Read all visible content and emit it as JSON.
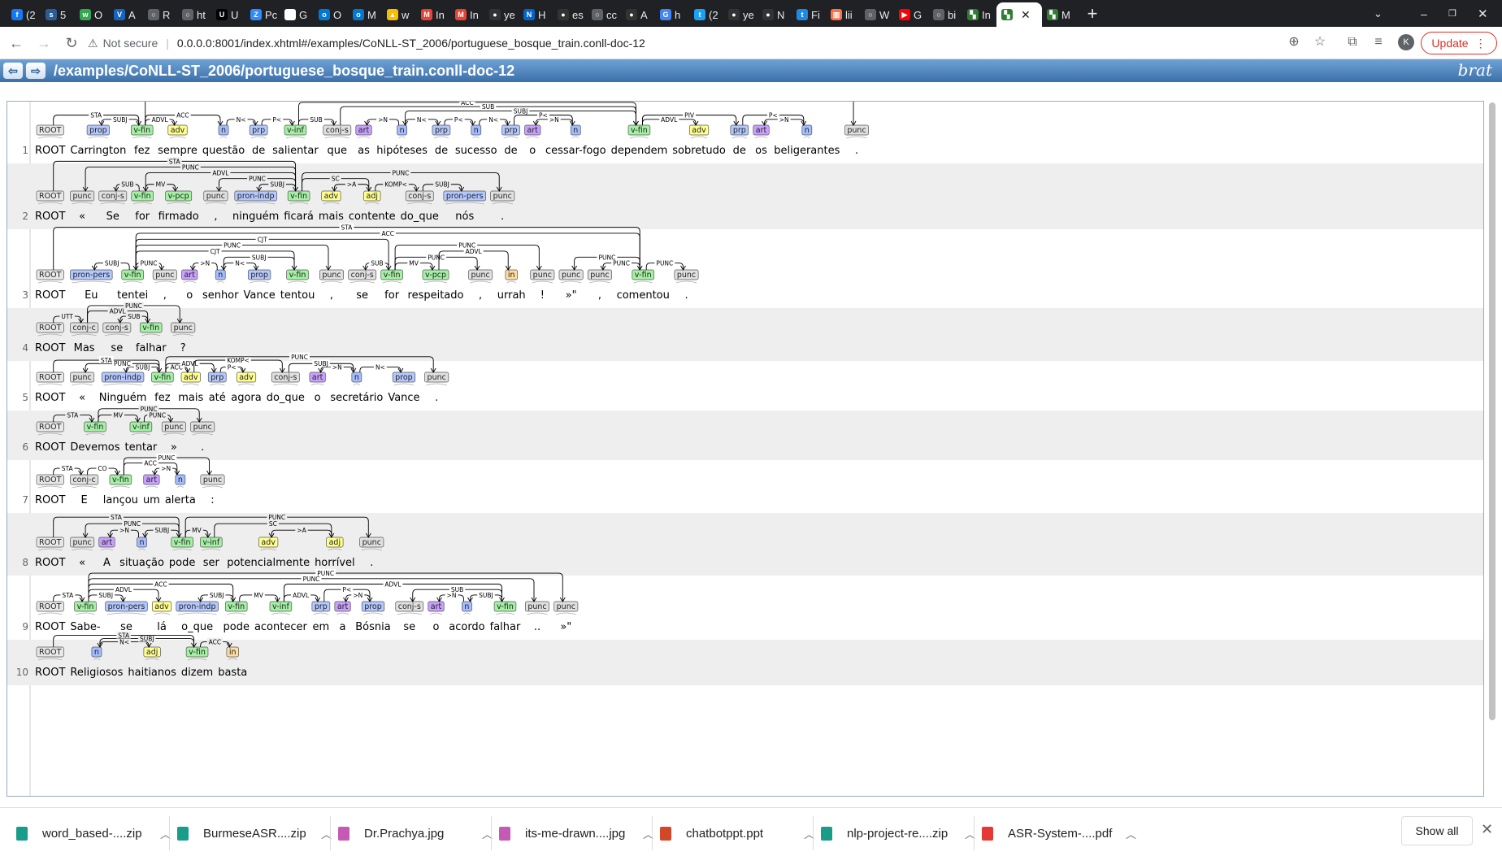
{
  "browser": {
    "tabs": [
      {
        "label": "(2",
        "color": "#1877f2",
        "glyph": "f"
      },
      {
        "label": "5",
        "color": "#2a5d96",
        "glyph": "s"
      },
      {
        "label": "O",
        "color": "#34a853",
        "glyph": "w"
      },
      {
        "label": "A",
        "color": "#1565c0",
        "glyph": "V"
      },
      {
        "label": "R",
        "color": "#5f6368",
        "glyph": "○"
      },
      {
        "label": "ht",
        "color": "#5f6368",
        "glyph": "○"
      },
      {
        "label": "U",
        "color": "#000000",
        "glyph": "U"
      },
      {
        "label": "Pc",
        "color": "#2d8cff",
        "glyph": "Z"
      },
      {
        "label": "G",
        "color": "#ffffff",
        "glyph": "▯"
      },
      {
        "label": "O",
        "color": "#0078d4",
        "glyph": "o"
      },
      {
        "label": "M",
        "color": "#0078d4",
        "glyph": "o"
      },
      {
        "label": "w",
        "color": "#fbbc04",
        "glyph": "▲"
      },
      {
        "label": "In",
        "color": "#ea4335",
        "glyph": "M"
      },
      {
        "label": "In",
        "color": "#ea4335",
        "glyph": "M"
      },
      {
        "label": "ye",
        "color": "#333333",
        "glyph": "●"
      },
      {
        "label": "H",
        "color": "#0066cc",
        "glyph": "N"
      },
      {
        "label": "es",
        "color": "#333333",
        "glyph": "●"
      },
      {
        "label": "cc",
        "color": "#5f6368",
        "glyph": "○"
      },
      {
        "label": "A",
        "color": "#333333",
        "glyph": "●"
      },
      {
        "label": "h",
        "color": "#4285f4",
        "glyph": "G"
      },
      {
        "label": "(2",
        "color": "#1da1f2",
        "glyph": "t"
      },
      {
        "label": "ye",
        "color": "#333333",
        "glyph": "●"
      },
      {
        "label": "N",
        "color": "#333333",
        "glyph": "●"
      },
      {
        "label": "Fi",
        "color": "#1e88e5",
        "glyph": "t"
      },
      {
        "label": "lii",
        "color": "#ff7043",
        "glyph": "▥"
      },
      {
        "label": "W",
        "color": "#5f6368",
        "glyph": "○"
      },
      {
        "label": "G",
        "color": "#ff0000",
        "glyph": "▶"
      },
      {
        "label": "bi",
        "color": "#5f6368",
        "glyph": "○"
      },
      {
        "label": "In",
        "color": "#2e7d32",
        "glyph": "▚"
      },
      {
        "label": "",
        "color": "#2e7d32",
        "glyph": "▚"
      },
      {
        "label": "M",
        "color": "#2e7d32",
        "glyph": "▚"
      }
    ],
    "active_tab": 29,
    "not_secure": "Not secure",
    "url": "0.0.0.0:8001/index.xhtml#/examples/CoNLL-ST_2006/portuguese_bosque_train.conll-doc-12",
    "update_label": "Update",
    "avatar_letter": "K"
  },
  "brat": {
    "doc_path": "/examples/CoNLL-ST_2006/portuguese_bosque_train.conll-doc-12",
    "logo": "brat"
  },
  "tag_colors": {
    "ROOT": "#e8e8e8",
    "prop": "#b4c8ff",
    "v-fin": "#a4f0a4",
    "v-inf": "#a4f0a4",
    "v-pcp": "#a4f0a4",
    "adv": "#ffff90",
    "n": "#a4bcff",
    "prp": "#b4c8ff",
    "conj-s": "#e0e0e0",
    "conj-c": "#e0e0e0",
    "art": "#c8a0ff",
    "punc": "#e0e0e0",
    "adj": "#ffff90",
    "pron-indp": "#b4c8ff",
    "pron-pers": "#b4c8ff",
    "in": "#ffdca0"
  },
  "sentences": [
    {
      "num": "1",
      "tokens": [
        [
          "ROOT",
          "ROOT"
        ],
        [
          "Carrington",
          "prop"
        ],
        [
          "fez",
          "v-fin"
        ],
        [
          "sempre",
          "adv"
        ],
        [
          "questão",
          "n"
        ],
        [
          "de",
          "prp"
        ],
        [
          "salientar",
          "v-inf"
        ],
        [
          "que",
          "conj-s"
        ],
        [
          "as",
          "art"
        ],
        [
          "hipóteses",
          "n"
        ],
        [
          "de",
          "prp"
        ],
        [
          "sucesso",
          "n"
        ],
        [
          "de",
          "prp"
        ],
        [
          "o",
          "art"
        ],
        [
          "cessar-fogo",
          "n"
        ],
        [
          "dependem",
          "v-fin"
        ],
        [
          "sobretudo",
          "adv"
        ],
        [
          "de",
          "prp"
        ],
        [
          "os",
          "art"
        ],
        [
          "beligerantes",
          "n"
        ],
        [
          ".",
          "punc"
        ]
      ],
      "arcs": [
        [
          2,
          1,
          "SUBJ"
        ],
        [
          0,
          2,
          "STA"
        ],
        [
          2,
          3,
          "ADVL"
        ],
        [
          2,
          4,
          "ACC"
        ],
        [
          4,
          5,
          "N<"
        ],
        [
          5,
          6,
          "P<"
        ],
        [
          6,
          7,
          "SUB"
        ],
        [
          9,
          8,
          ">N"
        ],
        [
          9,
          10,
          "N<"
        ],
        [
          10,
          11,
          "P<"
        ],
        [
          11,
          12,
          "N<"
        ],
        [
          14,
          13,
          ">N"
        ],
        [
          12,
          14,
          "P<"
        ],
        [
          15,
          9,
          "SUBJ"
        ],
        [
          7,
          15,
          "SUB"
        ],
        [
          15,
          16,
          "ADVL"
        ],
        [
          15,
          17,
          "PIV"
        ],
        [
          19,
          18,
          ">N"
        ],
        [
          17,
          19,
          "P<"
        ],
        [
          6,
          15,
          "ACC"
        ],
        [
          2,
          20,
          "PUNC"
        ]
      ]
    },
    {
      "num": "2",
      "tokens": [
        [
          "ROOT",
          "ROOT"
        ],
        [
          "«",
          "punc"
        ],
        [
          "Se",
          "conj-s"
        ],
        [
          "for",
          "v-fin"
        ],
        [
          "firmado",
          "v-pcp"
        ],
        [
          ",",
          "punc"
        ],
        [
          "ninguém",
          "pron-indp"
        ],
        [
          "ficará",
          "v-fin"
        ],
        [
          "mais",
          "adv"
        ],
        [
          "contente",
          "adj"
        ],
        [
          "do_que",
          "conj-s"
        ],
        [
          "nós",
          "pron-pers"
        ],
        [
          ".",
          "punc"
        ]
      ],
      "arcs": [
        [
          7,
          1,
          "PUNC"
        ],
        [
          3,
          2,
          "SUB"
        ],
        [
          3,
          4,
          "MV"
        ],
        [
          7,
          3,
          "ADVL"
        ],
        [
          7,
          5,
          "PUNC"
        ],
        [
          7,
          6,
          "SUBJ"
        ],
        [
          0,
          7,
          "STA"
        ],
        [
          9,
          8,
          ">A"
        ],
        [
          7,
          9,
          "SC"
        ],
        [
          9,
          10,
          "KOMP<"
        ],
        [
          10,
          11,
          "SUBJ"
        ],
        [
          7,
          12,
          "PUNC"
        ]
      ]
    },
    {
      "num": "3",
      "tokens": [
        [
          "ROOT",
          "ROOT"
        ],
        [
          "Eu",
          "pron-pers"
        ],
        [
          "tentei",
          "v-fin"
        ],
        [
          ",",
          "punc"
        ],
        [
          "o",
          "art"
        ],
        [
          "senhor",
          "n"
        ],
        [
          "Vance",
          "prop"
        ],
        [
          "tentou",
          "v-fin"
        ],
        [
          ",",
          "punc"
        ],
        [
          "se",
          "conj-s"
        ],
        [
          "for",
          "v-fin"
        ],
        [
          "respeitado",
          "v-pcp"
        ],
        [
          ",",
          "punc"
        ],
        [
          "urrah",
          "in"
        ],
        [
          "!",
          "punc"
        ],
        [
          "»\"",
          "punc"
        ],
        [
          ",",
          "punc"
        ],
        [
          "comentou",
          "v-fin"
        ],
        [
          ".",
          "punc"
        ]
      ],
      "arcs": [
        [
          2,
          1,
          "SUBJ"
        ],
        [
          2,
          3,
          "PUNC"
        ],
        [
          5,
          4,
          ">N"
        ],
        [
          7,
          5,
          "SUBJ"
        ],
        [
          5,
          6,
          "N<"
        ],
        [
          2,
          7,
          "CJT"
        ],
        [
          2,
          8,
          "PUNC"
        ],
        [
          10,
          9,
          "SUB"
        ],
        [
          2,
          10,
          "CJT"
        ],
        [
          10,
          11,
          "MV"
        ],
        [
          10,
          12,
          "PUNC"
        ],
        [
          11,
          13,
          "ADVL"
        ],
        [
          10,
          14,
          "PUNC"
        ],
        [
          17,
          15,
          "PUNC"
        ],
        [
          17,
          16,
          "PUNC"
        ],
        [
          17,
          2,
          "ACC"
        ],
        [
          0,
          17,
          "STA"
        ],
        [
          17,
          18,
          "PUNC"
        ]
      ]
    },
    {
      "num": "4",
      "tokens": [
        [
          "ROOT",
          "ROOT"
        ],
        [
          "Mas",
          "conj-c"
        ],
        [
          "se",
          "conj-s"
        ],
        [
          "falhar",
          "v-fin"
        ],
        [
          "?",
          "punc"
        ]
      ],
      "arcs": [
        [
          0,
          1,
          "UTT"
        ],
        [
          3,
          2,
          "SUB"
        ],
        [
          1,
          3,
          "ADVL"
        ],
        [
          1,
          4,
          "PUNC"
        ]
      ]
    },
    {
      "num": "5",
      "tokens": [
        [
          "ROOT",
          "ROOT"
        ],
        [
          "«",
          "punc"
        ],
        [
          "Ninguém",
          "pron-indp"
        ],
        [
          "fez",
          "v-fin"
        ],
        [
          "mais",
          "adv"
        ],
        [
          "até",
          "prp"
        ],
        [
          "agora",
          "adv"
        ],
        [
          "do_que",
          "conj-s"
        ],
        [
          "o",
          "art"
        ],
        [
          "secretário",
          "n"
        ],
        [
          "Vance",
          "prop"
        ],
        [
          ".",
          "punc"
        ]
      ],
      "arcs": [
        [
          3,
          1,
          "PUNC"
        ],
        [
          3,
          2,
          "SUBJ"
        ],
        [
          0,
          3,
          "STA"
        ],
        [
          3,
          4,
          "ACC"
        ],
        [
          3,
          5,
          "ADVL"
        ],
        [
          5,
          6,
          "P<"
        ],
        [
          4,
          7,
          "KOMP<"
        ],
        [
          9,
          8,
          ">N"
        ],
        [
          7,
          9,
          "SUBJ"
        ],
        [
          9,
          10,
          "N<"
        ],
        [
          3,
          11,
          "PUNC"
        ]
      ]
    },
    {
      "num": "6",
      "tokens": [
        [
          "ROOT",
          "ROOT"
        ],
        [
          "Devemos",
          "v-fin"
        ],
        [
          "tentar",
          "v-inf"
        ],
        [
          "»",
          "punc"
        ],
        [
          ".",
          "punc"
        ]
      ],
      "arcs": [
        [
          0,
          1,
          "STA"
        ],
        [
          1,
          2,
          "MV"
        ],
        [
          2,
          3,
          "PUNC"
        ],
        [
          1,
          4,
          "PUNC"
        ]
      ]
    },
    {
      "num": "7",
      "tokens": [
        [
          "ROOT",
          "ROOT"
        ],
        [
          "E",
          "conj-c"
        ],
        [
          "lançou",
          "v-fin"
        ],
        [
          "um",
          "art"
        ],
        [
          "alerta",
          "n"
        ],
        [
          ":",
          "punc"
        ]
      ],
      "arcs": [
        [
          0,
          1,
          "STA"
        ],
        [
          1,
          2,
          "CO"
        ],
        [
          4,
          3,
          ">N"
        ],
        [
          2,
          4,
          "ACC"
        ],
        [
          2,
          5,
          "PUNC"
        ]
      ]
    },
    {
      "num": "8",
      "tokens": [
        [
          "ROOT",
          "ROOT"
        ],
        [
          "«",
          "punc"
        ],
        [
          "A",
          "art"
        ],
        [
          "situação",
          "n"
        ],
        [
          "pode",
          "v-fin"
        ],
        [
          "ser",
          "v-inf"
        ],
        [
          "potencialmente",
          "adv"
        ],
        [
          "horrível",
          "adj"
        ],
        [
          ".",
          "punc"
        ]
      ],
      "arcs": [
        [
          4,
          1,
          "PUNC"
        ],
        [
          3,
          2,
          ">N"
        ],
        [
          4,
          3,
          "SUBJ"
        ],
        [
          0,
          4,
          "STA"
        ],
        [
          4,
          5,
          "MV"
        ],
        [
          7,
          6,
          ">A"
        ],
        [
          5,
          7,
          "SC"
        ],
        [
          4,
          8,
          "PUNC"
        ]
      ]
    },
    {
      "num": "9",
      "tokens": [
        [
          "ROOT",
          "ROOT"
        ],
        [
          "Sabe-",
          "v-fin"
        ],
        [
          "se",
          "pron-pers"
        ],
        [
          "lá",
          "adv"
        ],
        [
          "o_que",
          "pron-indp"
        ],
        [
          "pode",
          "v-fin"
        ],
        [
          "acontecer",
          "v-inf"
        ],
        [
          "em",
          "prp"
        ],
        [
          "a",
          "art"
        ],
        [
          "Bósnia",
          "prop"
        ],
        [
          "se",
          "conj-s"
        ],
        [
          "o",
          "art"
        ],
        [
          "acordo",
          "n"
        ],
        [
          "falhar",
          "v-fin"
        ],
        [
          "..",
          "punc"
        ],
        [
          "»\"",
          "punc"
        ]
      ],
      "arcs": [
        [
          0,
          1,
          "STA"
        ],
        [
          1,
          2,
          "SUBJ"
        ],
        [
          1,
          3,
          "ADVL"
        ],
        [
          5,
          4,
          "SUBJ"
        ],
        [
          1,
          5,
          "ACC"
        ],
        [
          5,
          6,
          "MV"
        ],
        [
          6,
          7,
          "ADVL"
        ],
        [
          9,
          8,
          ">N"
        ],
        [
          7,
          9,
          "P<"
        ],
        [
          13,
          10,
          "SUB"
        ],
        [
          12,
          11,
          ">N"
        ],
        [
          13,
          12,
          "SUBJ"
        ],
        [
          6,
          13,
          "ADVL"
        ],
        [
          1,
          14,
          "PUNC"
        ],
        [
          1,
          15,
          "PUNC"
        ]
      ]
    },
    {
      "num": "10",
      "tokens": [
        [
          "ROOT",
          "ROOT"
        ],
        [
          "Religiosos",
          "n"
        ],
        [
          "haitianos",
          "adj"
        ],
        [
          "dizem",
          "v-fin"
        ],
        [
          "basta",
          "in"
        ]
      ],
      "arcs": [
        [
          1,
          2,
          "N<"
        ],
        [
          3,
          1,
          "SUBJ"
        ],
        [
          0,
          3,
          "STA"
        ],
        [
          3,
          4,
          "ACC"
        ]
      ]
    }
  ],
  "downloads": [
    {
      "name": "word_based-....zip",
      "color": "#1a9c8a"
    },
    {
      "name": "BurmeseASR....zip",
      "color": "#1a9c8a"
    },
    {
      "name": "Dr.Prachya.jpg",
      "color": "#c45ab3"
    },
    {
      "name": "its-me-drawn....jpg",
      "color": "#c45ab3"
    },
    {
      "name": "chatbotppt.ppt",
      "color": "#d24726"
    },
    {
      "name": "nlp-project-re....zip",
      "color": "#1a9c8a"
    },
    {
      "name": "ASR-System-....pdf",
      "color": "#e53935"
    }
  ],
  "show_all": "Show all"
}
